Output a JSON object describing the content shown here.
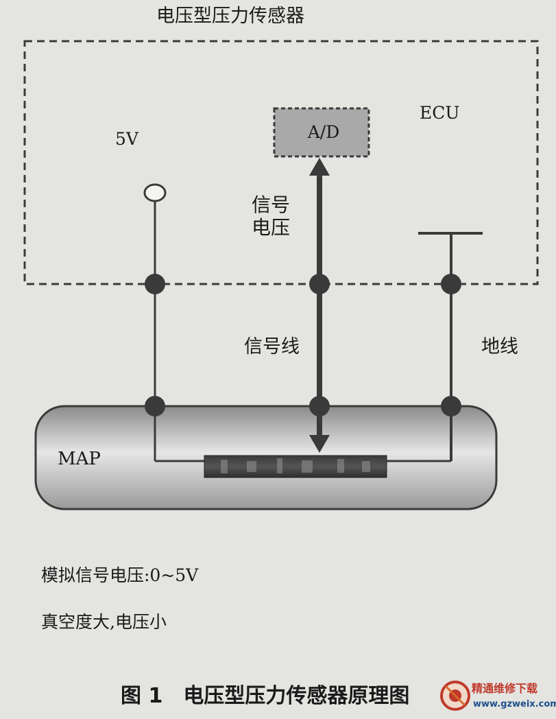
{
  "title": "电压型压力传感器",
  "labels": {
    "ecu": "ECU",
    "v5": "5V",
    "ad": "A/D",
    "signal_voltage": "信号电压",
    "signal_line": "信号线",
    "ground_line": "地线",
    "map": "MAP"
  },
  "notes": [
    "模拟信号电压:0~5V",
    "真空度大,电压小"
  ],
  "caption": "图 1　电压型压力传感器原理图",
  "watermark": {
    "name": "精通维修下载",
    "url": "www.gzweix.com"
  },
  "colors": {
    "line": "#3a3a3a",
    "background": "#e4e4e1",
    "ad_fill": "#a9a9a9",
    "brand_red": "#c0392b",
    "brand_blue": "#1e4e8c"
  }
}
